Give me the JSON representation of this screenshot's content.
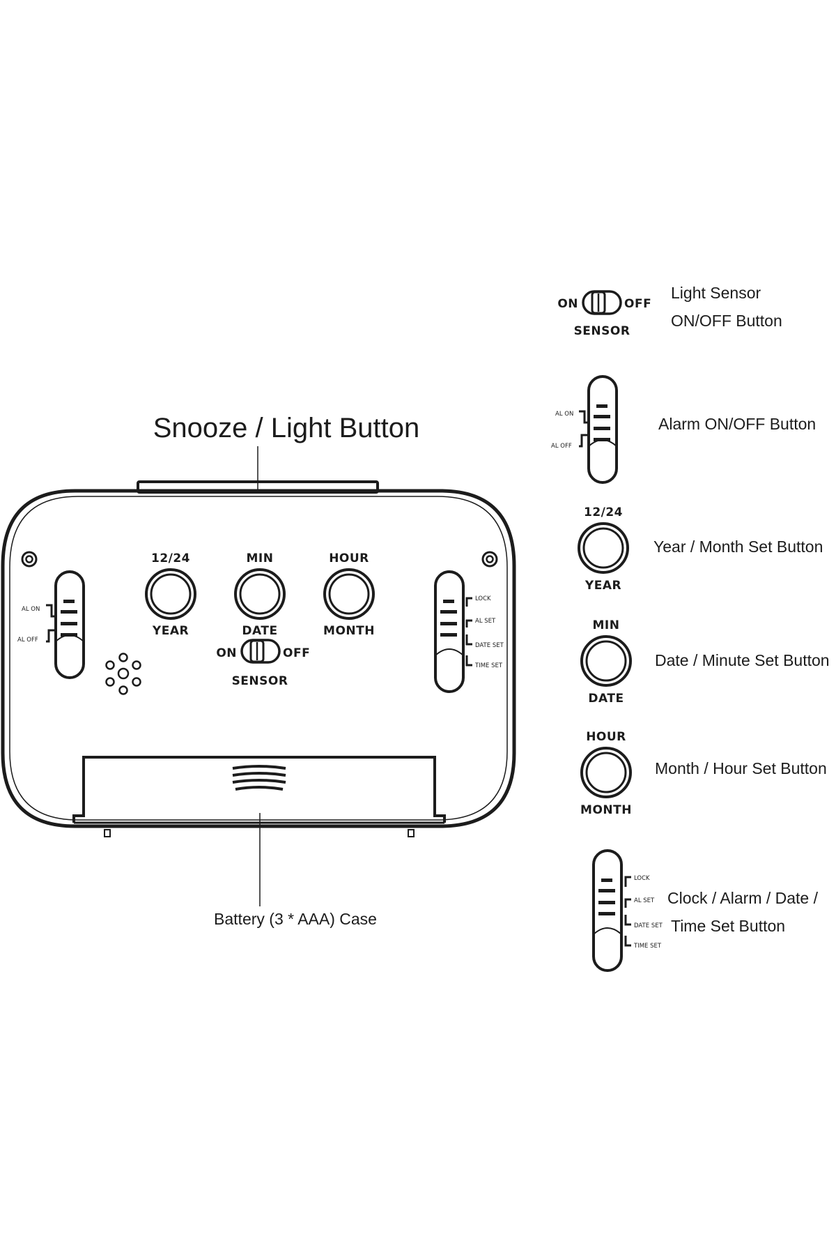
{
  "callouts": {
    "snooze": "Snooze / Light Button",
    "battery": "Battery (3 * AAA) Case"
  },
  "clock": {
    "buttons": {
      "year_top": "12/24",
      "year_bottom": "YEAR",
      "date_top": "MIN",
      "date_bottom": "DATE",
      "month_top": "HOUR",
      "month_bottom": "MONTH"
    },
    "sensor": {
      "on": "ON",
      "off": "OFF",
      "label": "SENSOR"
    },
    "alarm_switch": {
      "on": "AL ON",
      "off": "AL OFF"
    },
    "mode_switch": {
      "lock": "LOCK",
      "al_set": "AL SET",
      "date_set": "DATE SET",
      "time_set": "TIME SET"
    }
  },
  "legend": {
    "sensor": {
      "on": "ON",
      "off": "OFF",
      "label": "SENSOR",
      "desc_line1": "Light Sensor",
      "desc_line2": "ON/OFF Button"
    },
    "alarm": {
      "on": "AL ON",
      "off": "AL OFF",
      "desc": "Alarm ON/OFF Button"
    },
    "year": {
      "top": "12/24",
      "bottom": "YEAR",
      "desc": "Year / Month Set Button"
    },
    "date": {
      "top": "MIN",
      "bottom": "DATE",
      "desc": "Date / Minute Set Button"
    },
    "month": {
      "top": "HOUR",
      "bottom": "MONTH",
      "desc": "Month / Hour Set Button"
    },
    "mode": {
      "lock": "LOCK",
      "al_set": "AL SET",
      "date_set": "DATE SET",
      "time_set": "TIME SET",
      "desc_line1": "Clock / Alarm / Date /",
      "desc_line2": "Time Set Button"
    }
  }
}
